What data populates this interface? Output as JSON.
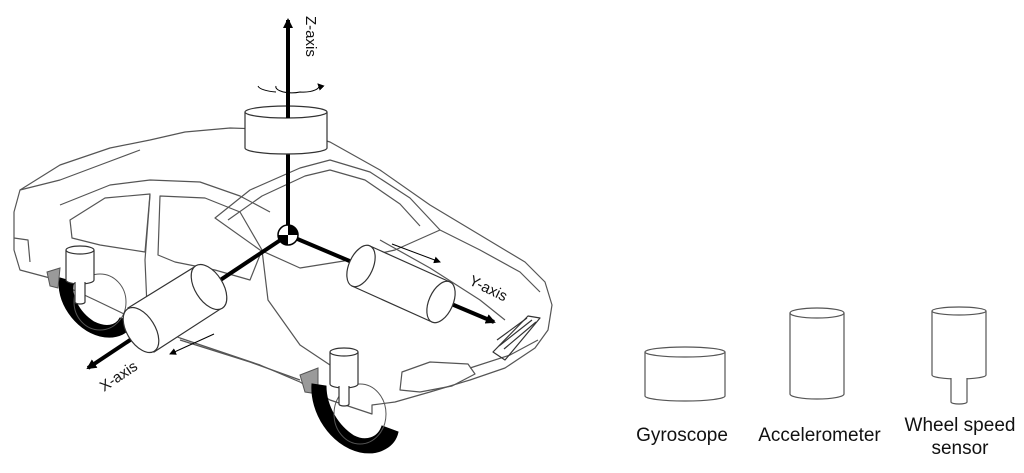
{
  "axes": {
    "z_label": "Z-axis",
    "y_label": "Y-axis",
    "x_label": "X-axis"
  },
  "legend": {
    "gyroscope": "Gyroscope",
    "accelerometer": "Accelerometer",
    "wheel_speed_sensor": "Wheel speed sensor"
  },
  "colors": {
    "ink": "#111111",
    "outline": "#555555",
    "tire": "#000000",
    "mudflap": "#9a9a9a"
  }
}
